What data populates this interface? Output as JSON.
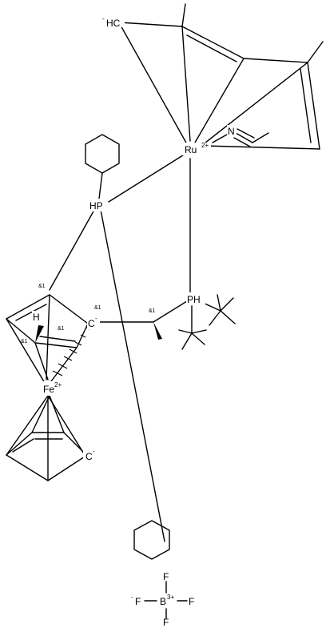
{
  "atoms": {
    "ch_methylidene": {
      "text": "HC",
      "charge": "-"
    },
    "ruthenium": {
      "text": "Ru",
      "charge": "2+"
    },
    "nitrogen": {
      "text": "N"
    },
    "phosphine_upper": {
      "text": "HP"
    },
    "phosphine_tbu": {
      "text": "PH"
    },
    "cp_carbanion_upper": {
      "text": "C",
      "charge": "-"
    },
    "cp_carbanion_lower": {
      "text": "C",
      "charge": "-"
    },
    "hydrogen": {
      "text": "H"
    },
    "iron": {
      "text": "Fe",
      "charge": "2+"
    },
    "boron": {
      "text": "B",
      "charge": "3+"
    },
    "fluorine_top": {
      "text": "F"
    },
    "fluorine_left": {
      "text": "F",
      "charge": "-"
    },
    "fluorine_right": {
      "text": "F"
    },
    "fluorine_bottom": {
      "text": "F"
    }
  },
  "stereo_labels": [
    "&1",
    "&1",
    "&1",
    "&1",
    "&1"
  ]
}
